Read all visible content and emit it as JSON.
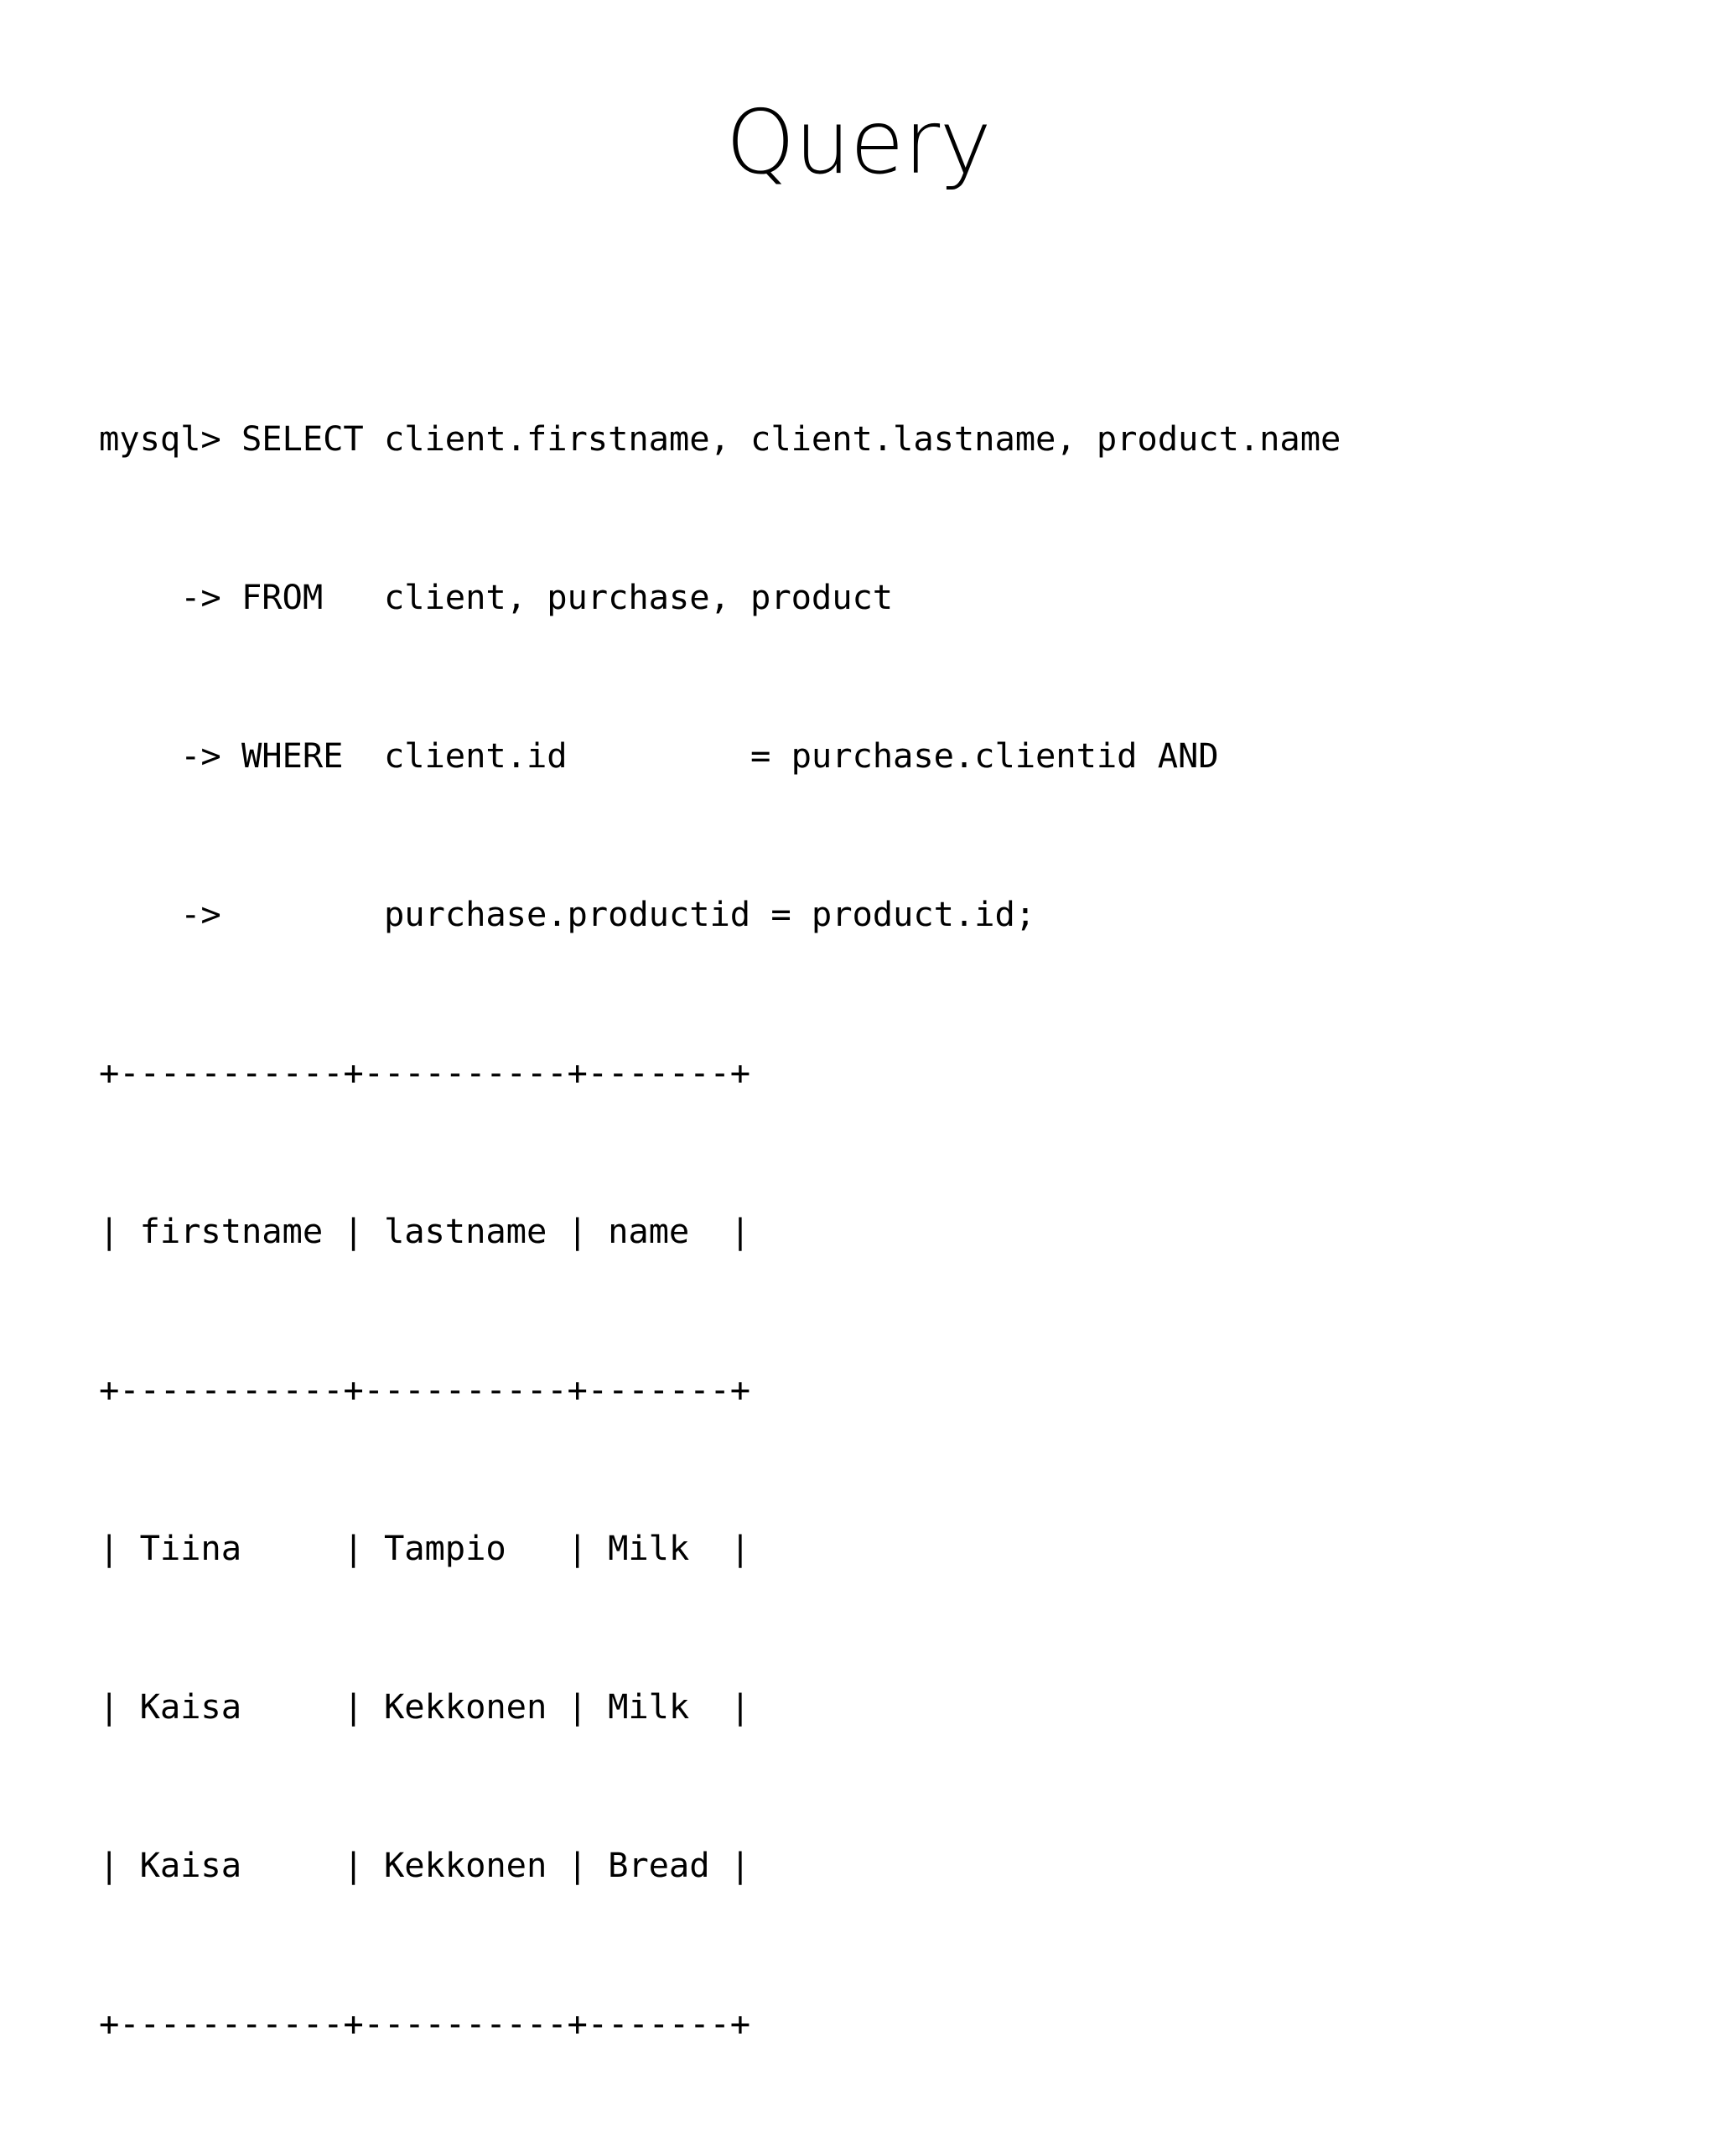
{
  "slide": {
    "title": "Query",
    "background_color": "#ffffff",
    "text_color": "#000000"
  },
  "console": {
    "prompt": "mysql>",
    "continuation_prompt": "->",
    "query_lines": [
      "mysql> SELECT client.firstname, client.lastname, product.name",
      "    -> FROM   client, purchase, product",
      "    -> WHERE  client.id         = purchase.clientid AND",
      "    ->        purchase.productid = product.id;"
    ],
    "result_lines": [
      "+-----------+----------+-------+",
      "| firstname | lastname | name  |",
      "+-----------+----------+-------+",
      "| Tiina     | Tampio   | Milk  |",
      "| Kaisa     | Kekkonen | Milk  |",
      "| Kaisa     | Kekkonen | Bread |",
      "+-----------+----------+-------+"
    ],
    "all_lines": [
      "mysql> SELECT client.firstname, client.lastname, product.name",
      "    -> FROM   client, purchase, product",
      "    -> WHERE  client.id         = purchase.clientid AND",
      "    ->        purchase.productid = product.id;",
      "+-----------+----------+-------+",
      "| firstname | lastname | name  |",
      "+-----------+----------+-------+",
      "| Tiina     | Tampio   | Milk  |",
      "| Kaisa     | Kekkonen | Milk  |",
      "| Kaisa     | Kekkonen | Bread |",
      "+-----------+----------+-------+"
    ],
    "result_table": {
      "columns": [
        "firstname",
        "lastname",
        "name"
      ],
      "rows": [
        [
          "Tiina",
          "Tampio",
          "Milk"
        ],
        [
          "Kaisa",
          "Kekkonen",
          "Milk"
        ],
        [
          "Kaisa",
          "Kekkonen",
          "Bread"
        ]
      ]
    }
  }
}
